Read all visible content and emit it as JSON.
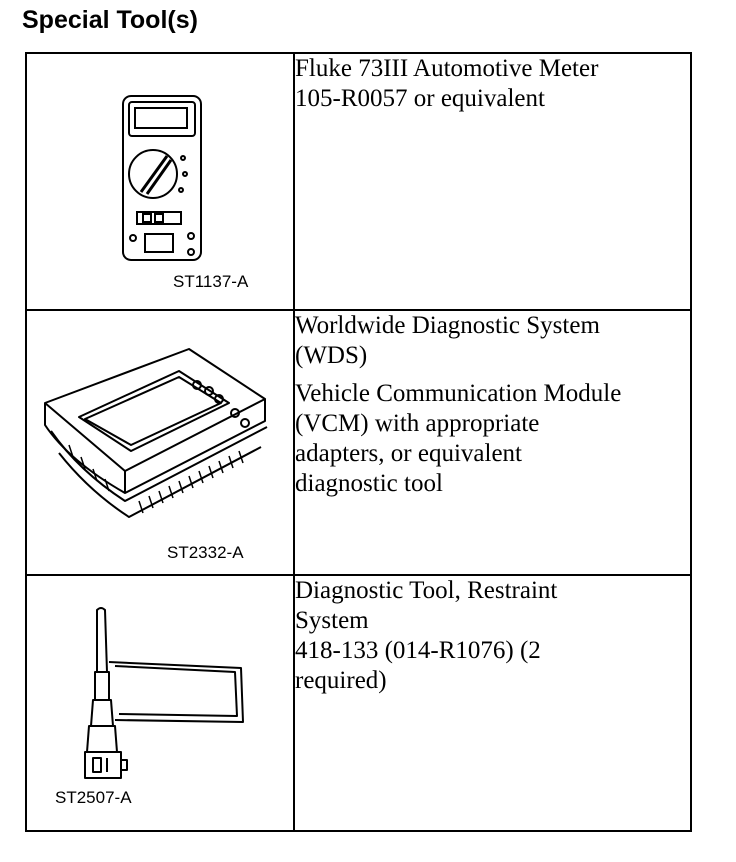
{
  "title": "Special Tool(s)",
  "tools": [
    {
      "caption": "ST1137-A",
      "illustration": "multimeter",
      "description_blocks": [
        [
          "Fluke 73III Automotive Meter",
          "105-R0057 or equivalent"
        ]
      ]
    },
    {
      "caption": "ST2332-A",
      "illustration": "diagnostic-tablet",
      "description_blocks": [
        [
          "Worldwide Diagnostic System",
          "(WDS)"
        ],
        [
          "Vehicle Communication Module",
          "(VCM) with appropriate",
          "adapters, or equivalent",
          "diagnostic tool"
        ]
      ]
    },
    {
      "caption": "ST2507-A",
      "illustration": "restraint-tool",
      "description_blocks": [
        [
          "Diagnostic Tool, Restraint",
          "System",
          "418-133 (014-R1076) (2",
          "required)"
        ]
      ]
    }
  ]
}
